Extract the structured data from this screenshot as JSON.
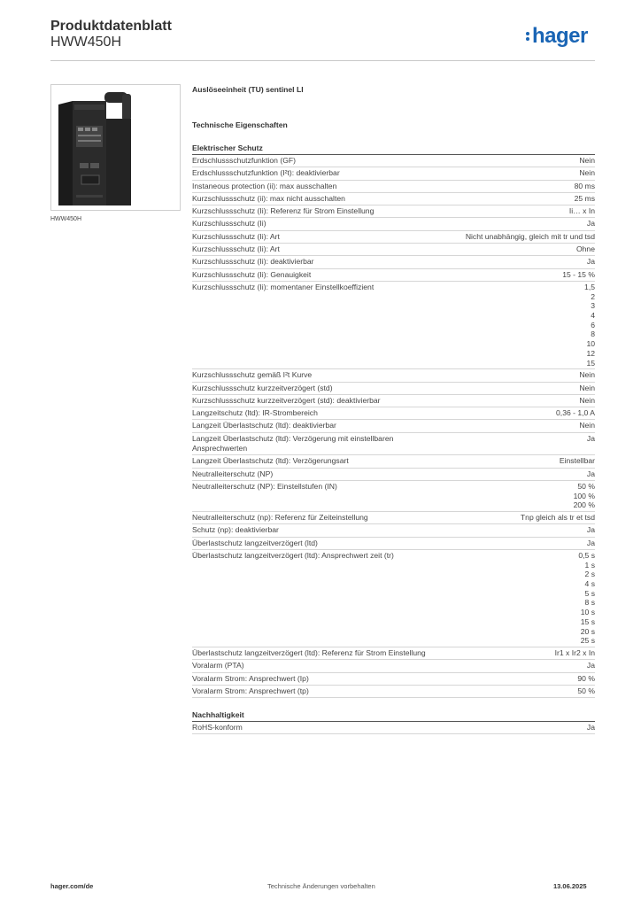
{
  "header": {
    "title": "Produktdatenblatt",
    "product_code": "HWW450H",
    "logo_text": "hager",
    "brand_color": "#1a65b5"
  },
  "image": {
    "caption": "HWW450H"
  },
  "main": {
    "product_name": "Auslöseeinheit (TU) sentinel LI",
    "section_title": "Technische Eigenschaften",
    "groups": [
      {
        "title": "Elektrischer Schutz",
        "rows": [
          {
            "label": "Erdschlussschutzfunktion (GF)",
            "values": [
              "Nein"
            ]
          },
          {
            "label": "Erdschlussschutzfunktion (I²t): deaktivierbar",
            "values": [
              "Nein"
            ]
          },
          {
            "label": "Instaneous protection (ii): max ausschalten",
            "values": [
              "80 ms"
            ]
          },
          {
            "label": "Kurzschlussschutz (ii): max nicht ausschalten",
            "values": [
              "25 ms"
            ]
          },
          {
            "label": "Kurzschlussschutz (Ii): Referenz für Strom Einstellung",
            "values": [
              "Ii… x In"
            ]
          },
          {
            "label": "Kurzschlussschutz (Ii)",
            "values": [
              "Ja"
            ]
          },
          {
            "label": "Kurzschlussschutz (Ii): Art",
            "values": [
              "Nicht unabhängig, gleich mit tr und tsd"
            ]
          },
          {
            "label": "Kurzschlussschutz (Ii): Art",
            "values": [
              "Ohne"
            ]
          },
          {
            "label": "Kurzschlussschutz (Ii): deaktivierbar",
            "values": [
              "Ja"
            ]
          },
          {
            "label": "Kurzschlussschutz (Ii): Genauigkeit",
            "values": [
              "15 - 15 %"
            ]
          },
          {
            "label": "Kurzschlussschutz (Ii): momentaner Einstellkoeffizient",
            "values": [
              "1,5",
              "2",
              "3",
              "4",
              "6",
              "8",
              "10",
              "12",
              "15"
            ]
          },
          {
            "label": "Kurzschlussschutz gemäß I²t Kurve",
            "values": [
              "Nein"
            ]
          },
          {
            "label": "Kurzschlussschutz kurzzeitverzögert (std)",
            "values": [
              "Nein"
            ]
          },
          {
            "label": "Kurzschlussschutz kurzzeitverzögert (std): deaktivierbar",
            "values": [
              "Nein"
            ]
          },
          {
            "label": "Langzeitschutz (ltd): IR-Strombereich",
            "values": [
              "0,36 - 1,0 A"
            ]
          },
          {
            "label": "Langzeit Überlastschutz (ltd): deaktivierbar",
            "values": [
              "Nein"
            ]
          },
          {
            "label": "Langzeit Überlastschutz (ltd): Verzögerung mit einstellbaren Ansprechwerten",
            "values": [
              "Ja"
            ]
          },
          {
            "label": "Langzeit Überlastschutz (ltd): Verzögerungsart",
            "values": [
              "Einstellbar"
            ]
          },
          {
            "label": "Neutralleiterschutz (NP)",
            "values": [
              "Ja"
            ]
          },
          {
            "label": "Neutralleiterschutz (NP): Einstellstufen (IN)",
            "values": [
              "50 %",
              "100 %",
              "200 %"
            ]
          },
          {
            "label": "Neutralleiterschutz (np): Referenz für Zeiteinstellung",
            "values": [
              "Tnp gleich als tr et tsd"
            ]
          },
          {
            "label": "Schutz (np): deaktivierbar",
            "values": [
              "Ja"
            ]
          },
          {
            "label": "Überlastschutz langzeitverzögert (ltd)",
            "values": [
              "Ja"
            ]
          },
          {
            "label": "Überlastschutz langzeitverzögert (ltd): Ansprechwert zeit (tr)",
            "values": [
              "0,5 s",
              "1 s",
              "2 s",
              "4 s",
              "5 s",
              "8 s",
              "10 s",
              "15 s",
              "20 s",
              "25 s"
            ]
          },
          {
            "label": "Überlastschutz langzeitverzögert (ltd): Referenz für Strom Einstellung",
            "values": [
              "Ir1 x Ir2 x In"
            ]
          },
          {
            "label": "Voralarm (PTA)",
            "values": [
              "Ja"
            ]
          },
          {
            "label": "Voralarm Strom: Ansprechwert (Ip)",
            "values": [
              "90 %"
            ]
          },
          {
            "label": "Voralarm Strom: Ansprechwert (tp)",
            "values": [
              "50 %"
            ]
          }
        ]
      },
      {
        "title": "Nachhaltigkeit",
        "rows": [
          {
            "label": "RoHS-konform",
            "values": [
              "Ja"
            ]
          }
        ]
      }
    ]
  },
  "footer": {
    "website": "hager.com/de",
    "disclaimer": "Technische Änderungen vorbehalten",
    "date": "13.06.2025"
  }
}
